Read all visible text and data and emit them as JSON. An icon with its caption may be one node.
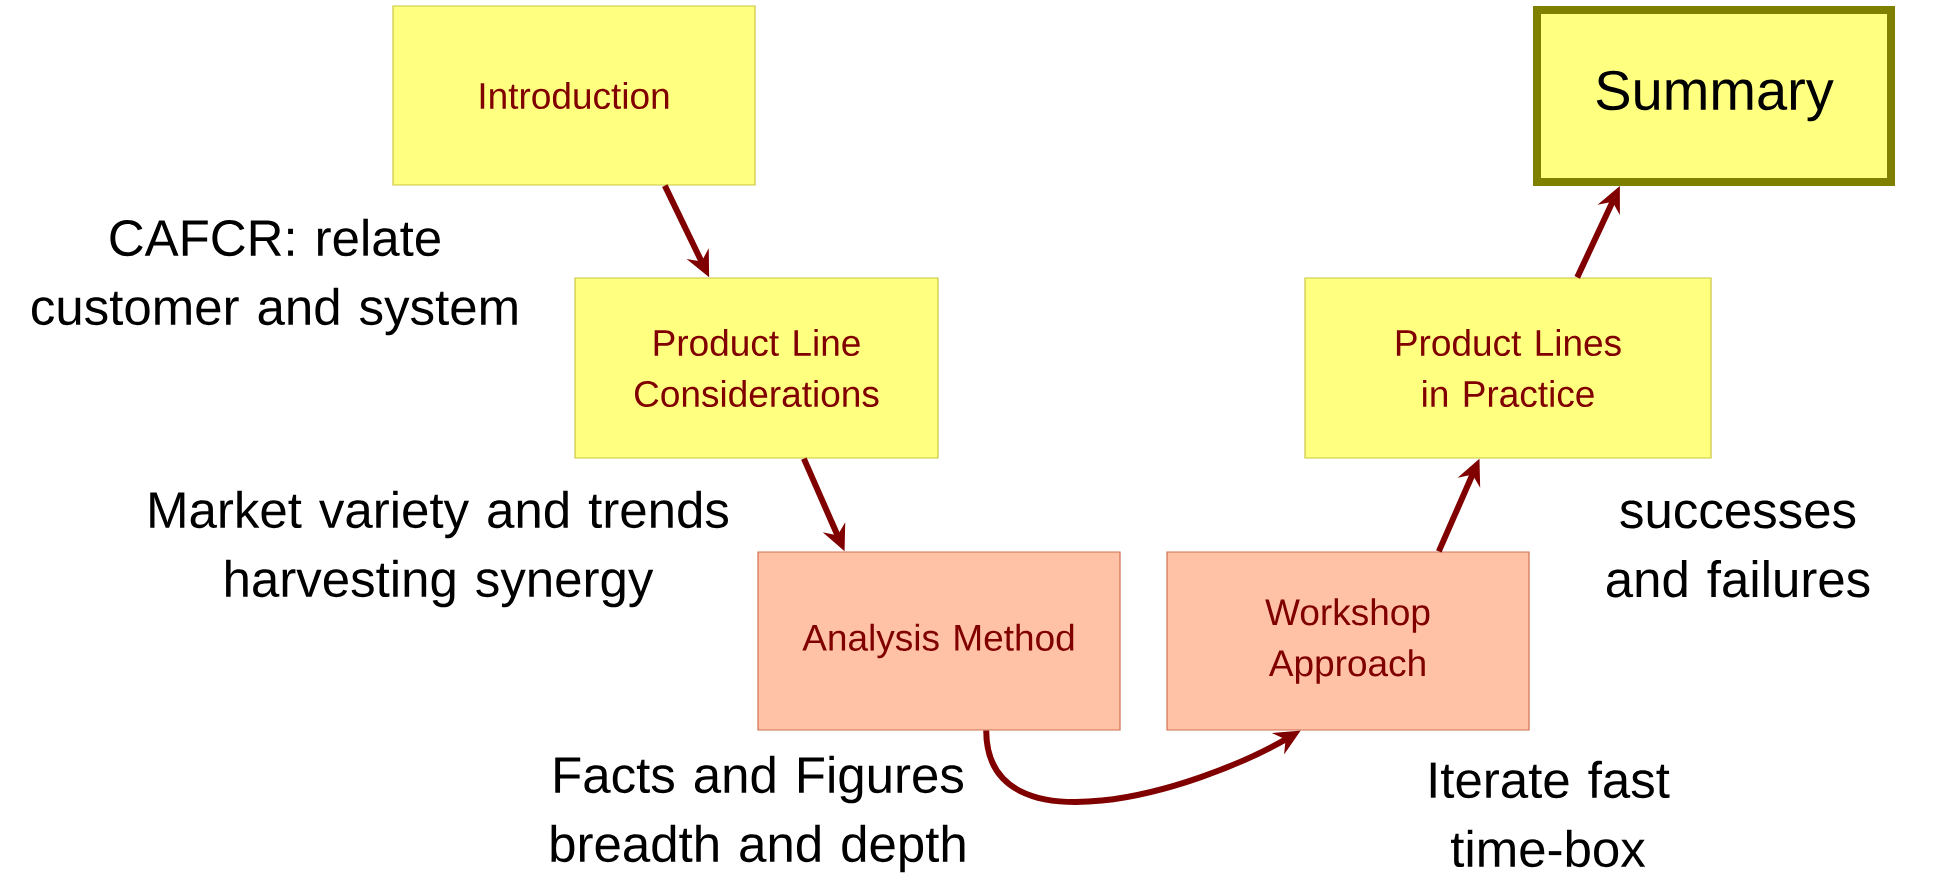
{
  "diagram": {
    "nodes": [
      {
        "text": [
          "Introduction"
        ]
      },
      {
        "text": [
          "Summary"
        ]
      },
      {
        "text": [
          "Product Line Considerations"
        ],
        "beside": [
          "CAFCR: relate customer and system"
        ]
      },
      {
        "text": [
          "Product Lines in Practice"
        ],
        "beside": [
          "successes and failures"
        ]
      },
      {
        "text": [
          "Analysis Method"
        ],
        "beside": [
          "Market variety and trends harvesting synergy",
          "Facts and Figures breadth and depth"
        ]
      },
      {
        "text": [
          "Workshop Approach"
        ],
        "beside": [
          "Iterate fast time-box"
        ]
      }
    ],
    "edges": [
      {
        "from": 0,
        "to": 2,
        "arrow": "to"
      },
      {
        "from": 2,
        "to": 4,
        "arrow": "to"
      },
      {
        "from": 4,
        "to": 5,
        "arrow": "to"
      },
      {
        "from": 5,
        "to": 3,
        "arrow": "to"
      },
      {
        "from": 3,
        "to": 1,
        "arrow": "to"
      }
    ]
  }
}
